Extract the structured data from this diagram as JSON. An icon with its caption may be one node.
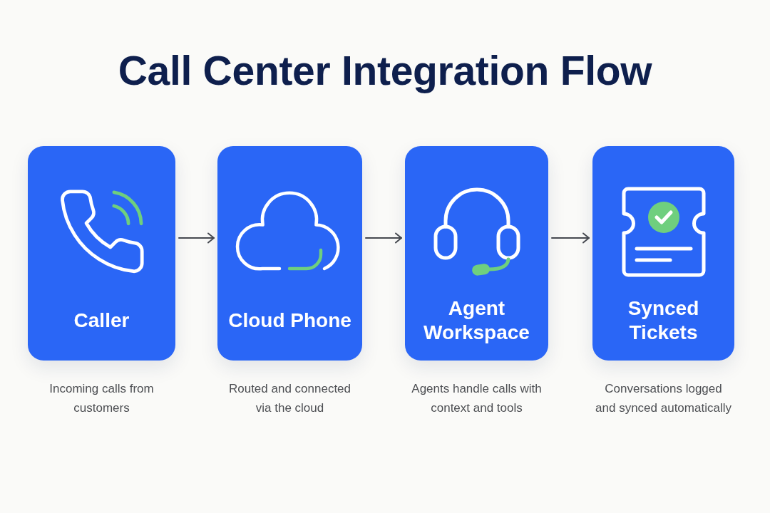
{
  "diagram": {
    "title": "Call Center Integration Flow",
    "nodes": [
      {
        "text": [
          "Caller"
        ],
        "beside": [
          "Incoming calls from customers"
        ]
      },
      {
        "text": [
          "Cloud Phone"
        ],
        "beside": [
          "Routed and connected via the cloud"
        ]
      },
      {
        "text": [
          "Agent Workspace"
        ],
        "beside": [
          "Agents handle calls with context and tools"
        ]
      },
      {
        "text": [
          "Synced Tickets"
        ],
        "beside": [
          "Conversations logged and synced automatically"
        ]
      }
    ],
    "edges": [
      {
        "from": 0,
        "to": 1,
        "arrow": "to"
      },
      {
        "from": 1,
        "to": 2,
        "arrow": "to"
      },
      {
        "from": 2,
        "to": 3,
        "arrow": "to"
      }
    ]
  }
}
